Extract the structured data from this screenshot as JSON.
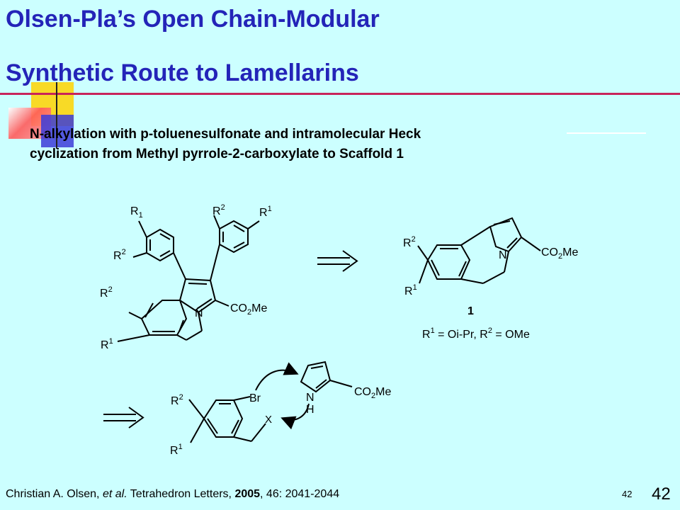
{
  "slide": {
    "title_line1": "Olsen-Pla’s Open Chain-Modular",
    "title_line2": "Synthetic Route to Lamellarins",
    "subtitle_line1": "N-alkylation with p-toluenesulfonate and intramolecular Heck",
    "subtitle_line2": "cyclization from  Methyl pyrrole-2-carboxylate to Scaffold 1",
    "page_number_small": "42",
    "page_number_large": "42"
  },
  "citation": {
    "authors": "Christian A. Olsen, ",
    "etal": "et al.",
    "journal": " Tetrahedron Letters, ",
    "year": "2005",
    "rest": ", 46: 2041-2044"
  },
  "scheme": {
    "lamellarin": {
      "r1_top": "R",
      "r1_top_sub": "1",
      "r2_top": "R",
      "r2_top_sup": "2",
      "r1_right": "R",
      "r1_right_sup": "1",
      "r2_left": "R",
      "r2_left_sup": "2",
      "r2_core": "R",
      "r2_core_sup": "2",
      "r1_core": "R",
      "r1_core_sup": "1",
      "n": "N",
      "ester": "CO",
      "ester_sub": "2",
      "ester_tail": "Me"
    },
    "scaffold": {
      "r2": "R",
      "r2_sup": "2",
      "r1": "R",
      "r1_sup": "1",
      "n": "N",
      "ester": "CO",
      "ester_sub": "2",
      "ester_tail": "Me",
      "label": "1",
      "cond_a": "R",
      "cond_a_sup": "1",
      "cond_b": " = Oi-Pr, R",
      "cond_b_sup": "2",
      "cond_c": " = OMe"
    },
    "precursor": {
      "r2": "R",
      "r2_sup": "2",
      "r1": "R",
      "r1_sup": "1",
      "br": "Br",
      "x": "X",
      "n": "N",
      "h": "H",
      "ester": "CO",
      "ester_sub": "2",
      "ester_tail": "Me"
    }
  }
}
